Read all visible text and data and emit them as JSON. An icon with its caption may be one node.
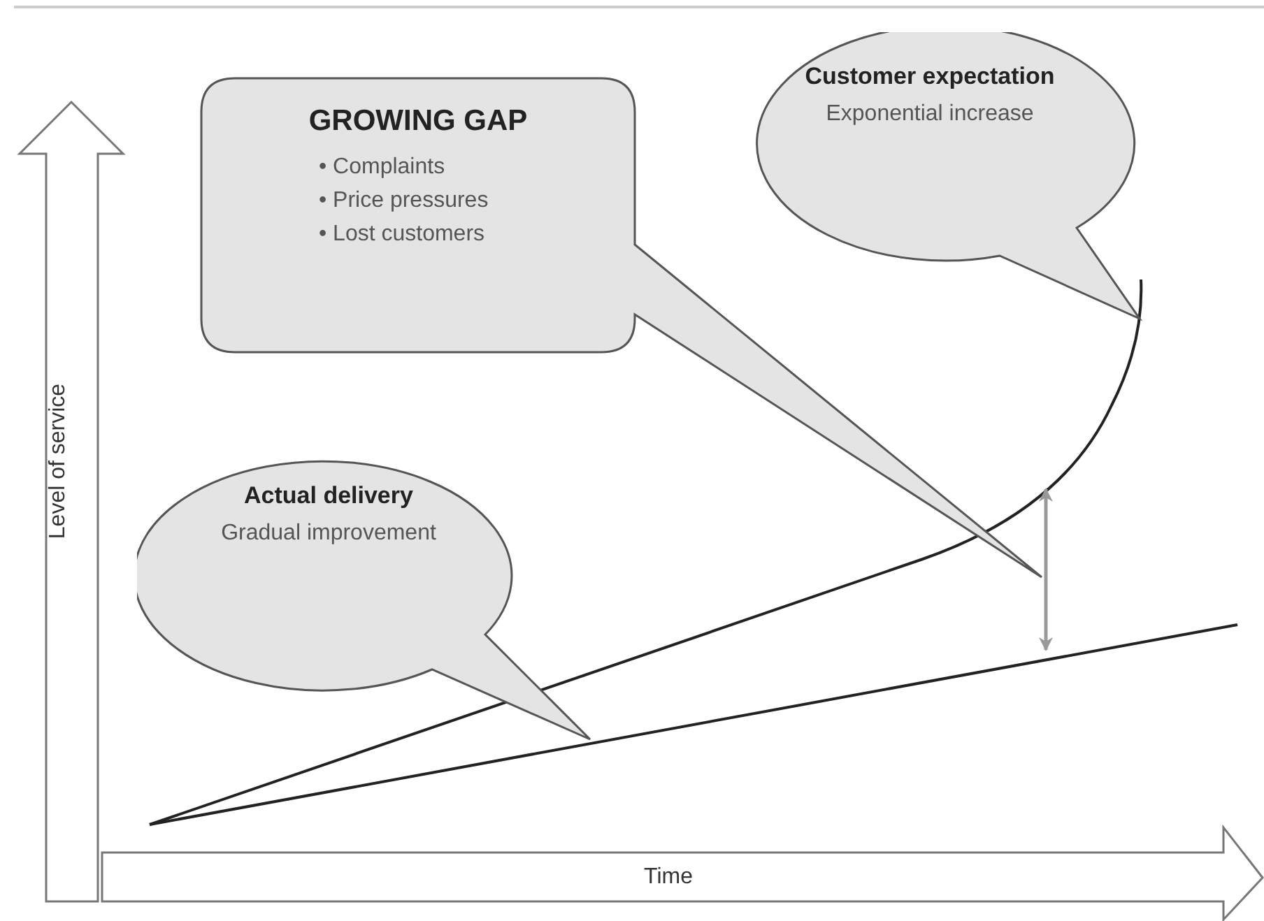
{
  "diagram": {
    "nodes": [
      {
        "text": [
          "GROWING GAP",
          "• Complaints",
          "• Price pressures",
          "• Lost customers"
        ]
      },
      {
        "text": [
          "Customer expectation",
          "Exponential increase"
        ]
      },
      {
        "text": [
          "Actual delivery",
          "Gradual improvement"
        ]
      }
    ],
    "labels": [
      "Level of service",
      "Time"
    ]
  }
}
